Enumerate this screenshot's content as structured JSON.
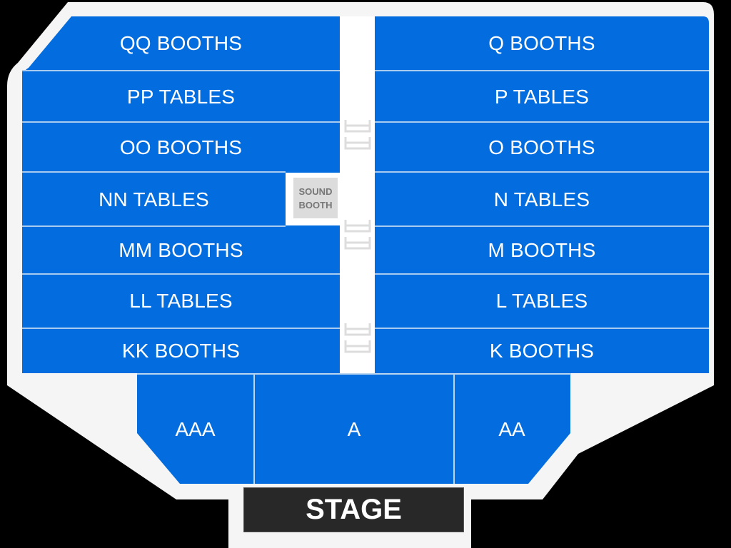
{
  "map": {
    "colors": {
      "section_fill": "#036ddf",
      "venue_floor": "#f5f5f5",
      "aisle": "#ffffff",
      "sound_booth": "#dcdcdc",
      "stage": "#282828",
      "background": "#000000"
    },
    "left_sections": [
      {
        "label": "QQ BOOTHS"
      },
      {
        "label": "PP TABLES"
      },
      {
        "label": "OO BOOTHS"
      },
      {
        "label": "NN TABLES"
      },
      {
        "label": "MM BOOTHS"
      },
      {
        "label": "LL TABLES"
      },
      {
        "label": "KK BOOTHS"
      }
    ],
    "right_sections": [
      {
        "label": "Q BOOTHS"
      },
      {
        "label": "P TABLES"
      },
      {
        "label": "O BOOTHS"
      },
      {
        "label": "N TABLES"
      },
      {
        "label": "M BOOTHS"
      },
      {
        "label": "L TABLES"
      },
      {
        "label": "K BOOTHS"
      }
    ],
    "front_sections": [
      {
        "label": "AAA"
      },
      {
        "label": "A"
      },
      {
        "label": "AA"
      }
    ],
    "sound_booth": {
      "line1": "SOUND",
      "line2": "BOOTH"
    },
    "stage": {
      "label": "STAGE"
    },
    "stairs_icons": [
      "stairs-icon",
      "stairs-icon",
      "stairs-icon"
    ]
  }
}
